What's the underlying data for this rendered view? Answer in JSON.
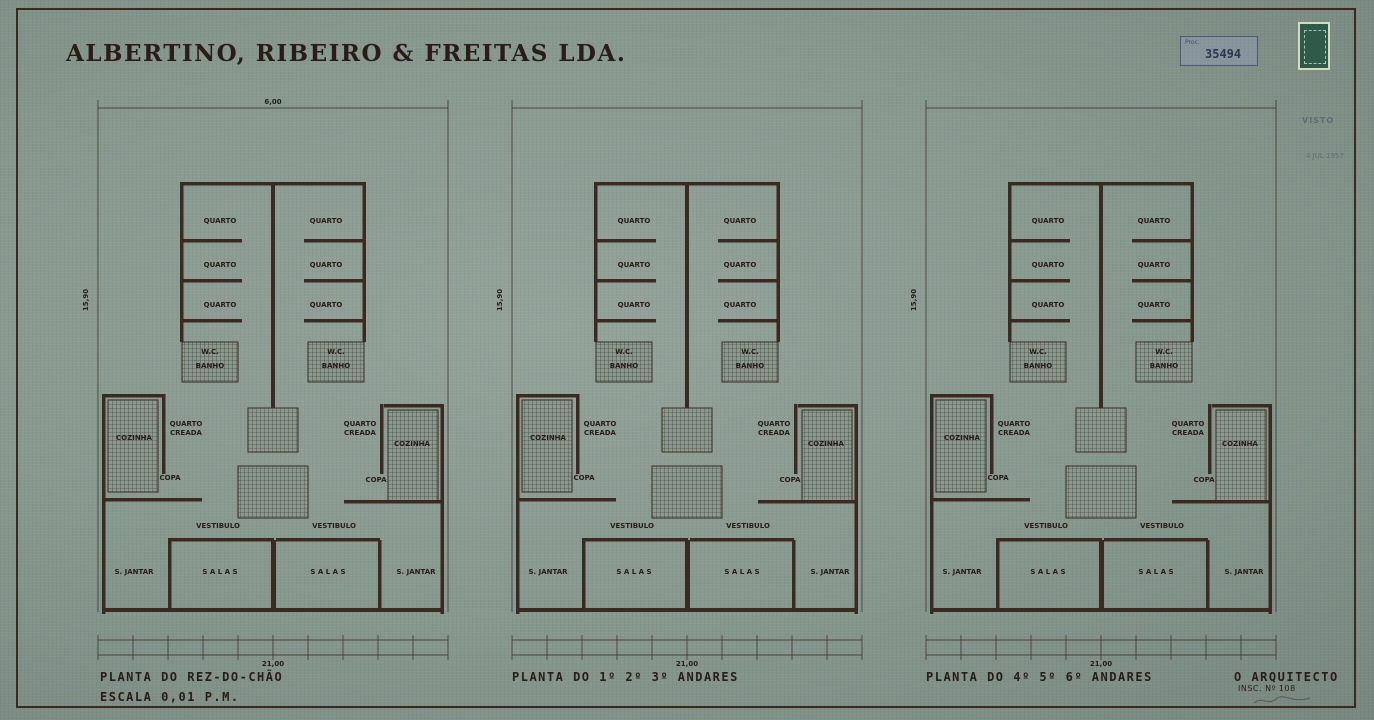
{
  "firm": {
    "title": "ALBERTINO, RIBEIRO & FREITAS LDA."
  },
  "stamp": {
    "label": "Proc.",
    "number": "35494"
  },
  "visto": {
    "label": "VISTO",
    "date": "4 JUL 1957"
  },
  "plans": [
    {
      "caption": "PLANTA DO REZ-DO-CHÃO",
      "scale": "ESCALA 0,01 P.M."
    },
    {
      "caption": "PLANTA DO 1º 2º 3º ANDARES"
    },
    {
      "caption": "PLANTA DO 4º 5º 6º ANDARES"
    }
  ],
  "architect": {
    "title": "O ARQUITECTO",
    "registration": "INSC. Nº 108"
  },
  "rooms": {
    "quarto": "QUARTO",
    "quarto_creada": [
      "QUARTO",
      "CREADA"
    ],
    "cozinha": "COZINHA",
    "copa": "COPA",
    "vestibulo": "VESTIBULO",
    "salas": "S A L A S",
    "jantar": "S. JANTAR",
    "wc": "W.C.",
    "banho": "BANHO"
  },
  "dims": {
    "total_width": "21,00",
    "depth": "15,90",
    "front": "6,00"
  }
}
